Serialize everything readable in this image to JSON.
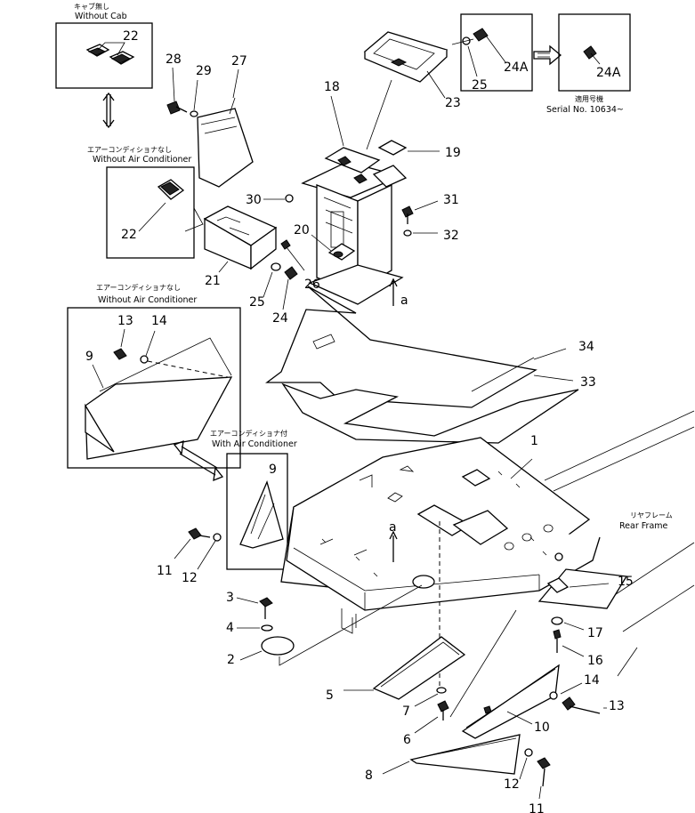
{
  "callouts": {
    "without_cab_jp": "キャブ無し",
    "without_cab": "Without Cab",
    "without_ac_top_jp": "エアーコンディショナなし",
    "without_ac_top": "Without Air Conditioner",
    "without_ac_left_jp": "エアーコンディショナなし",
    "without_ac_left": "Without Air Conditioner",
    "with_ac_jp": "エアーコンディショナ付",
    "with_ac": "With Air Conditioner",
    "serial_jp": "適用号機",
    "serial": "Serial No. 10634~",
    "rear_frame_jp": "リヤフレーム",
    "rear_frame": "Rear Frame",
    "view_a_top": "a",
    "view_a_floor": "a"
  },
  "part_numbers": {
    "p1": "1",
    "p2": "2",
    "p3": "3",
    "p4": "4",
    "p5": "5",
    "p6": "6",
    "p7": "7",
    "p8": "8",
    "p9_left": "9",
    "p9_right": "9",
    "p10": "10",
    "p11_left": "11",
    "p11_bottom": "11",
    "p12_left": "12",
    "p12_bottom": "12",
    "p13_left": "13",
    "p13_right": "13",
    "p14_left": "14",
    "p14_right": "14",
    "p15": "15",
    "p16": "16",
    "p17": "17",
    "p18": "18",
    "p19": "19",
    "p20": "20",
    "p21": "21",
    "p22_cab": "22",
    "p22_ac": "22",
    "p23": "23",
    "p24": "24",
    "p24a_1": "24A",
    "p24a_2": "24A",
    "p25_top": "25",
    "p25_mid": "25",
    "p26": "26",
    "p27": "27",
    "p28": "28",
    "p29": "29",
    "p30": "30",
    "p31": "31",
    "p32": "32",
    "p33": "33",
    "p34": "34"
  }
}
